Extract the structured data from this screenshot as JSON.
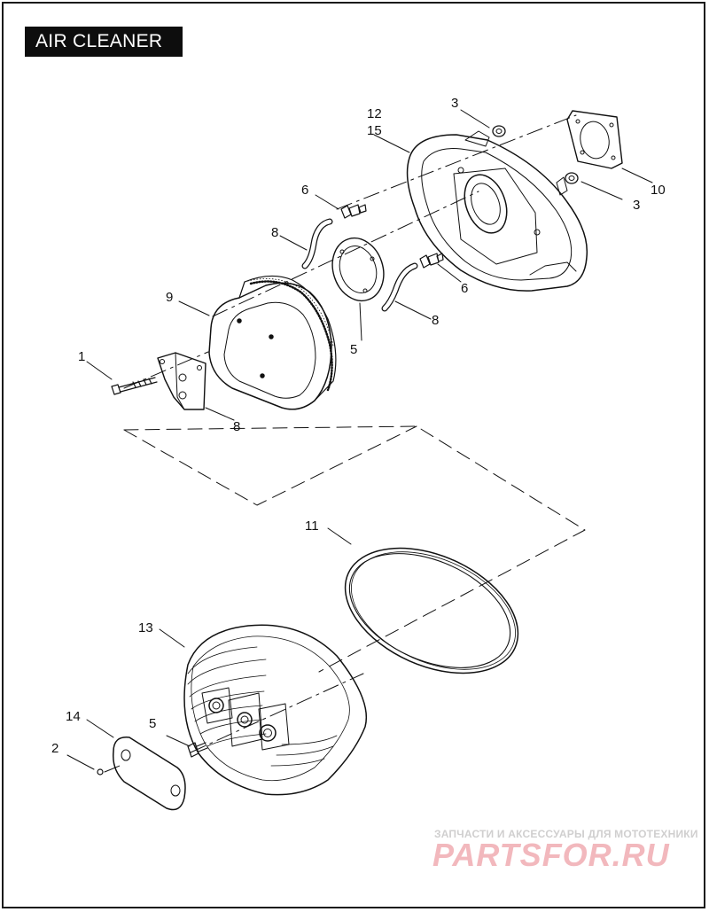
{
  "title": "AIR CLEANER",
  "callouts": {
    "c1": "1",
    "c2": "2",
    "c3a": "3",
    "c3b": "3",
    "c5a": "5",
    "c5b": "5",
    "c6a": "6",
    "c6b": "6",
    "c8a": "8",
    "c8b": "8",
    "c8c": "8",
    "c9": "9",
    "c10": "10",
    "c11": "11",
    "c12": "12",
    "c13": "13",
    "c14": "14",
    "c15": "15"
  },
  "watermark": {
    "tagline": "ЗАПЧАСТИ И АКСЕССУАРЫ ДЛЯ МОТОТЕХНИКИ",
    "logo": "PARTSFOR.RU"
  }
}
